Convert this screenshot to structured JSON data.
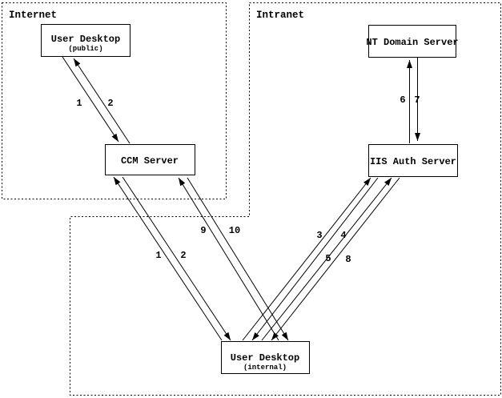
{
  "diagram": {
    "colors": {
      "ink": "#000000",
      "background": "#ffffff"
    },
    "regions": [
      {
        "label": "Internet"
      },
      {
        "label": "Intranet"
      }
    ],
    "nodes": [
      {
        "title": "User Desktop",
        "subtitle": "(public)"
      },
      {
        "title": "CCM Server",
        "subtitle": ""
      },
      {
        "title": "NT Domain Server",
        "subtitle": ""
      },
      {
        "title": "IIS Auth Server",
        "subtitle": ""
      },
      {
        "title": "User Desktop",
        "subtitle": "(internal)"
      }
    ],
    "edges": [
      {
        "label": "1",
        "from": "User Desktop (public)",
        "to": "CCM Server"
      },
      {
        "label": "2",
        "from": "CCM Server",
        "to": "User Desktop (public)"
      },
      {
        "label": "6",
        "from": "IIS Auth Server",
        "to": "NT Domain Server"
      },
      {
        "label": "7",
        "from": "NT Domain Server",
        "to": "IIS Auth Server"
      },
      {
        "label": "1",
        "from": "User Desktop (internal)",
        "to": "CCM Server"
      },
      {
        "label": "2",
        "from": "CCM Server",
        "to": "User Desktop (internal)"
      },
      {
        "label": "9",
        "from": "User Desktop (internal)",
        "to": "CCM Server"
      },
      {
        "label": "10",
        "from": "CCM Server",
        "to": "User Desktop (internal)"
      },
      {
        "label": "3",
        "from": "User Desktop (internal)",
        "to": "IIS Auth Server"
      },
      {
        "label": "4",
        "from": "IIS Auth Server",
        "to": "User Desktop (internal)"
      },
      {
        "label": "5",
        "from": "User Desktop (internal)",
        "to": "IIS Auth Server"
      },
      {
        "label": "8",
        "from": "IIS Auth Server",
        "to": "User Desktop (internal)"
      }
    ]
  }
}
